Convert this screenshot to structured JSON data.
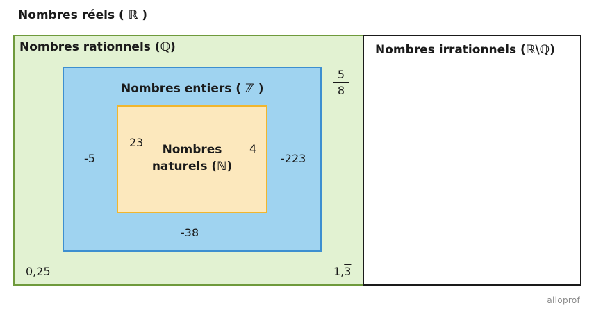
{
  "title": "Nombres réels ( ℝ )",
  "sets": {
    "rational": {
      "label": "Nombres rationnels (ℚ)",
      "elements": {
        "fraction_numerator": "5",
        "fraction_denominator": "8",
        "decimal": "0,25",
        "repeating_int": "1,",
        "repeating_digit": "3"
      }
    },
    "irrational": {
      "label": "Nombres irrationnels (ℝ\\ℚ)"
    },
    "integers": {
      "label": "Nombres entiers ( ℤ )",
      "elements": [
        "-5",
        "-223",
        "-38"
      ]
    },
    "naturals": {
      "label_line1": "Nombres",
      "label_line2": "naturels (ℕ)",
      "elements": [
        "23",
        "4"
      ]
    }
  },
  "logo": "alloprof",
  "colors": {
    "rational_fill": "#e2f2d2",
    "rational_border": "#6f9a3c",
    "integers_fill": "#9fd3f0",
    "integers_border": "#3d8fd0",
    "naturals_fill": "#fce8bd",
    "naturals_border": "#f0b62f",
    "irrational_border": "#1a1a1a"
  }
}
